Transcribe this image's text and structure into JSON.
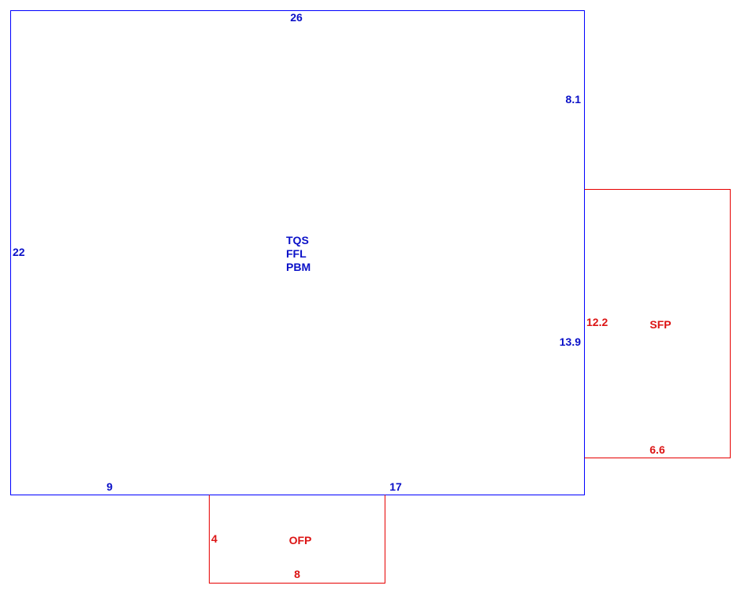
{
  "colors": {
    "main_structure": "#0000ff",
    "main_text": "#0a10c8",
    "attached_area": "#e60000",
    "attached_text": "#dc1414",
    "background": "#ffffff"
  },
  "main_structure": {
    "codes": [
      "TQS",
      "FFL",
      "PBM"
    ],
    "dimensions": {
      "top": "26",
      "right_upper": "8.1",
      "left": "22",
      "right_lower": "13.9",
      "bottom_left": "9",
      "bottom_right": "17"
    }
  },
  "screened_porch": {
    "code": "SFP",
    "dimensions": {
      "side": "12.2",
      "bottom": "6.6"
    }
  },
  "open_porch": {
    "code": "OFP",
    "dimensions": {
      "side": "4",
      "bottom": "8"
    }
  }
}
